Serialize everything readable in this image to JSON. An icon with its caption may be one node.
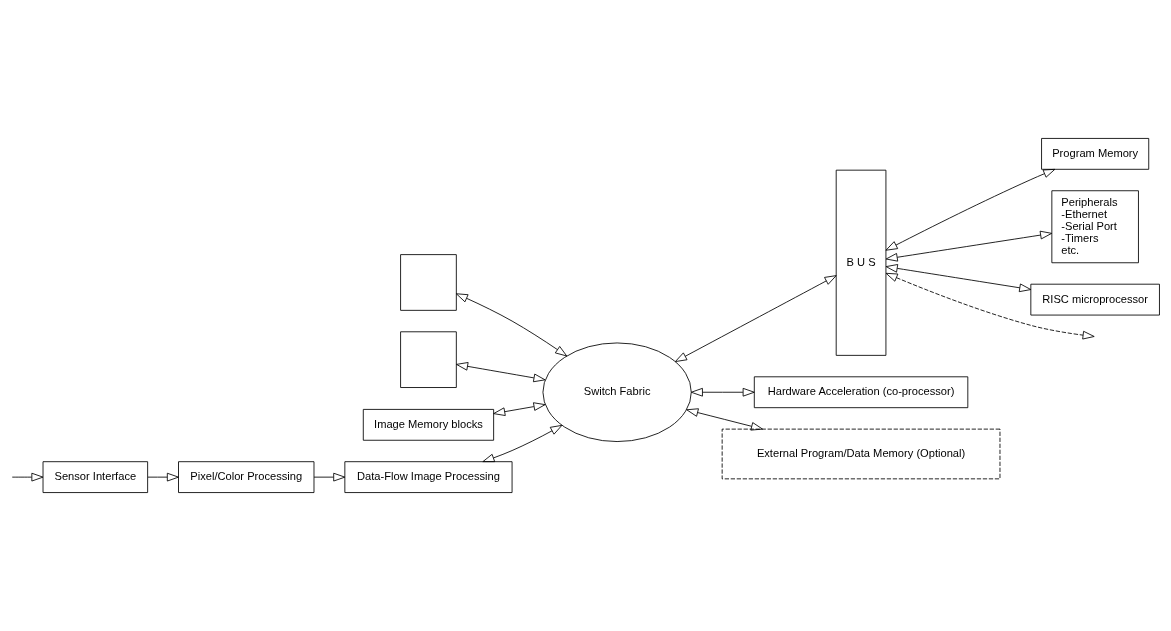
{
  "diagram": {
    "nodes": [
      {
        "text": [
          "Sensor Interface"
        ]
      },
      {
        "text": [
          "Pixel/Color Processing"
        ]
      },
      {
        "text": [
          "Data-Flow Image Processing"
        ]
      },
      {
        "text": [
          "Switch Fabric"
        ]
      },
      {
        "text": [],
        "shape": "box"
      },
      {
        "text": [],
        "shape": "box"
      },
      {
        "text": [
          "Image Memory blocks"
        ]
      },
      {
        "text": [
          "B U S"
        ]
      },
      {
        "text": [
          "Program Memory"
        ]
      },
      {
        "text": [
          "Peripherals",
          "-Ethernet",
          "-Serial Port",
          "-Timers",
          "etc."
        ]
      },
      {
        "text": [
          "RISC microprocessor"
        ]
      },
      {
        "text": [
          "Hardware Acceleration (co-processor)"
        ]
      },
      {
        "text": [
          "External Program/Data Memory (Optional)"
        ]
      }
    ],
    "edges": [
      {
        "from": null,
        "to": 0,
        "arrow": "to"
      },
      {
        "from": 0,
        "to": 1,
        "arrow": "to"
      },
      {
        "from": 1,
        "to": 2,
        "arrow": "to"
      },
      {
        "from": 2,
        "to": 3,
        "arrow": "both"
      },
      {
        "from": 4,
        "to": 3,
        "arrow": "both"
      },
      {
        "from": 5,
        "to": 3,
        "arrow": "both"
      },
      {
        "from": 6,
        "to": 3,
        "arrow": "both"
      },
      {
        "from": 3,
        "to": 7,
        "arrow": "both"
      },
      {
        "from": 7,
        "to": 8,
        "arrow": "both"
      },
      {
        "from": 7,
        "to": 9,
        "arrow": "both"
      },
      {
        "from": 7,
        "to": 10,
        "arrow": "both"
      },
      {
        "from": 3,
        "to": 11,
        "arrow": "both"
      },
      {
        "from": 3,
        "to": 12,
        "arrow": "both"
      },
      {
        "from": 7,
        "to": null,
        "arrow": "both",
        "style": "dashed"
      }
    ]
  }
}
